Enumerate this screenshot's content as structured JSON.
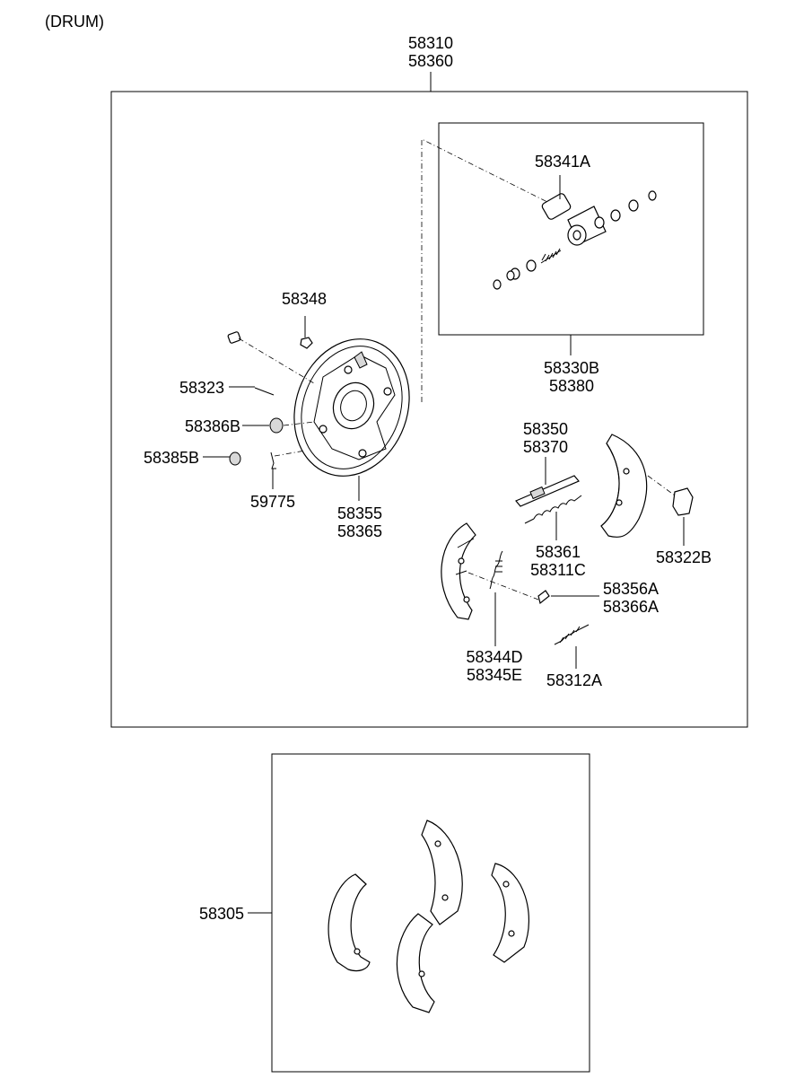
{
  "header": {
    "variant": "(DRUM)"
  },
  "colors": {
    "line": "#000000",
    "background": "#ffffff",
    "part_fill": "#d8d8d8"
  },
  "callouts": {
    "assembly_top": [
      "58310",
      "58360"
    ],
    "wheel_cylinder_gasket": "58341A",
    "wheel_cylinder": [
      "58330B",
      "58380"
    ],
    "bleeder": "58348",
    "pin": "58323",
    "plug_b": "58386B",
    "plug_bolt": "58385B",
    "clip": "59775",
    "backing_plate": [
      "58355",
      "58365"
    ],
    "adjuster": [
      "58350",
      "58370"
    ],
    "adjuster_spring": [
      "58361",
      "58311C"
    ],
    "shoe_plate": "58322B",
    "strut": [
      "58356A",
      "58366A"
    ],
    "return_spring": [
      "58344D",
      "58345E"
    ],
    "hold_spring": "58312A",
    "shoe_kit": "58305"
  }
}
